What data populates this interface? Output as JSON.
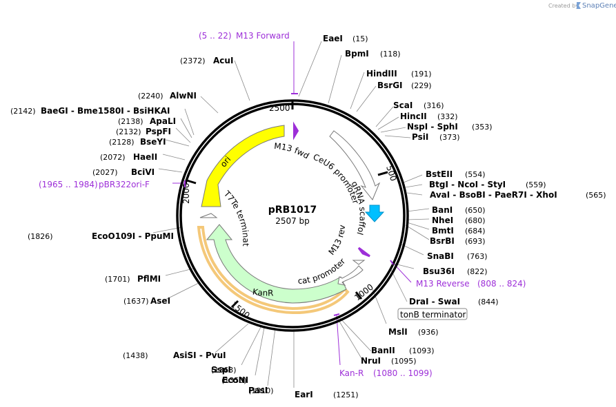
{
  "credit": {
    "created_by": "Created by",
    "brand": "SnapGene"
  },
  "plasmid": {
    "name": "pRB1017",
    "size": "2507 bp"
  },
  "ticks": [
    "500",
    "1000",
    "1500",
    "2000",
    "2500"
  ],
  "sites": [
    {
      "pos": "(15)",
      "name": "EaeI"
    },
    {
      "pos": "(118)",
      "name": "BpmI"
    },
    {
      "pos": "(191)",
      "name": "HindIII"
    },
    {
      "pos": "(229)",
      "name": "BsrGI"
    },
    {
      "pos": "(316)",
      "name": "ScaI"
    },
    {
      "pos": "(332)",
      "name": "HincII"
    },
    {
      "pos": "(353)",
      "name": "NspI - SphI"
    },
    {
      "pos": "(373)",
      "name": "PsiI"
    },
    {
      "pos": "(554)",
      "name": "BstEII"
    },
    {
      "pos": "(559)",
      "name": "BtgI - NcoI - StyI"
    },
    {
      "pos": "(565)",
      "name": "AvaI - BsoBI - PaeR7I - XhoI"
    },
    {
      "pos": "(650)",
      "name": "BanI"
    },
    {
      "pos": "(680)",
      "name": "NheI"
    },
    {
      "pos": "(684)",
      "name": "BmtI"
    },
    {
      "pos": "(693)",
      "name": "BsrBI"
    },
    {
      "pos": "(763)",
      "name": "SnaBI"
    },
    {
      "pos": "(822)",
      "name": "Bsu36I"
    },
    {
      "pos": "(844)",
      "name": "DraI - SwaI"
    },
    {
      "pos": "(936)",
      "name": "MslI"
    },
    {
      "pos": "(1093)",
      "name": "BanII"
    },
    {
      "pos": "(1095)",
      "name": "NruI"
    },
    {
      "pos": "(1251)",
      "name": "EarI"
    },
    {
      "pos": "(1310)",
      "name": "PasI"
    },
    {
      "pos": "(1350)",
      "name": "EcoNI"
    },
    {
      "pos": "(1363)",
      "name": "SspI"
    },
    {
      "pos": "(1438)",
      "name": "AsiSI - PvuI"
    },
    {
      "pos": "(1637)",
      "name": "AseI"
    },
    {
      "pos": "(1701)",
      "name": "PflMI"
    },
    {
      "pos": "(1826)",
      "name": "EcoO109I - PpuMI"
    },
    {
      "pos": "(2027)",
      "name": "BciVI"
    },
    {
      "pos": "(2072)",
      "name": "HaeII"
    },
    {
      "pos": "(2128)",
      "name": "BseYI"
    },
    {
      "pos": "(2132)",
      "name": "PspFI"
    },
    {
      "pos": "(2138)",
      "name": "ApaLI"
    },
    {
      "pos": "(2142)",
      "name": "BaeGI - Bme1580I - BsiHKAI"
    },
    {
      "pos": "(2240)",
      "name": "AlwNI"
    },
    {
      "pos": "(2372)",
      "name": "AcuI"
    }
  ],
  "primer_sites": [
    {
      "name": "M13 Forward",
      "range": "(5 .. 22)"
    },
    {
      "name": "M13 Reverse",
      "range": "(808 .. 824)"
    },
    {
      "name": "Kan-R",
      "range": "(1080 .. 1099)"
    },
    {
      "name": "pBR322ori-F",
      "range": "(1965 .. 1984)"
    }
  ],
  "features": {
    "m13_fwd": "M13 fwd",
    "ceu6_promoter": "CeU6 promoter",
    "grna_scaffold": "gRNA scaffold",
    "m13_rev": "M13 rev",
    "cat_promoter": "cat promoter",
    "tonb_terminator": "tonB terminator",
    "kanr": "KanR",
    "t7te_terminator": "T7Te terminator",
    "ori": "ori"
  },
  "colors": {
    "ori": "#ffff00",
    "kanr": "#ccffcc",
    "kanr_halo": "#f0b040",
    "scaffold": "#00bfff",
    "primer": "#9d2fd8",
    "brand": "#5b7fb5"
  }
}
